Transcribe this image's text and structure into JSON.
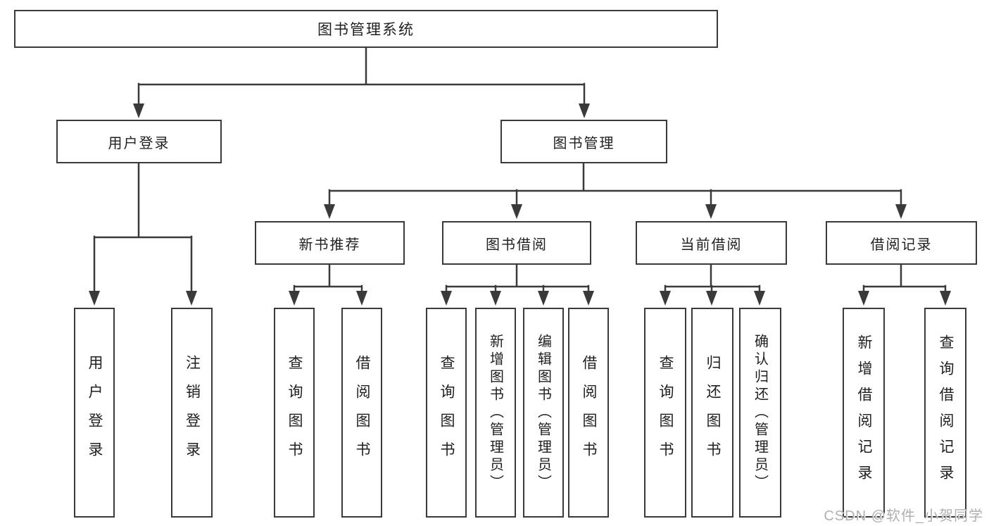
{
  "diagram": {
    "title": "图书管理系统",
    "level2": {
      "user_login": "用户登录",
      "book_management": "图书管理"
    },
    "level3": {
      "new_book_recommend": "新书推荐",
      "book_borrow": "图书借阅",
      "current_borrow": "当前借阅",
      "borrow_records": "借阅记录"
    },
    "leaves": {
      "user_login": "用户登录",
      "logout": "注销登录",
      "query_book_1": "查询图书",
      "borrow_book_1": "借阅图书",
      "query_book_2": "查询图书",
      "add_book_admin": "新增图书（管理员）",
      "edit_book_admin": "编辑图书（管理员）",
      "borrow_book_2": "借阅图书",
      "query_book_3": "查询图书",
      "return_book": "归还图书",
      "confirm_return_admin": "确认归还（管理员）",
      "add_borrow_record": "新增借阅记录",
      "query_borrow_record": "查询借阅记录"
    }
  },
  "watermark": "CSDN @软件_小贺同学",
  "colors": {
    "line": "#3a3a3a",
    "text": "#1f1f1f",
    "watermark": "#b0b0b0",
    "background": "#ffffff"
  }
}
